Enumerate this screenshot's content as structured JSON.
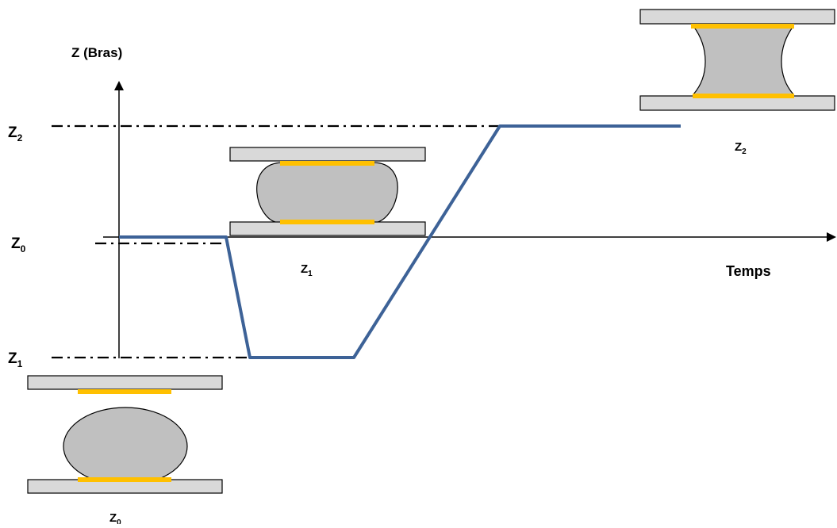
{
  "axes": {
    "y_label": "Z (Bras)",
    "x_label": "Temps"
  },
  "levels": [
    {
      "base": "Z",
      "sub": "2"
    },
    {
      "base": "Z",
      "sub": "0"
    },
    {
      "base": "Z",
      "sub": "1"
    }
  ],
  "stages": [
    {
      "base": "Z",
      "sub": "0"
    },
    {
      "base": "Z",
      "sub": "1"
    },
    {
      "base": "Z",
      "sub": "2"
    }
  ],
  "colors": {
    "curve": "#3d6297",
    "pad": "#ffc000",
    "plate": "#d9d9d9",
    "droplet": "#c0c0c0"
  }
}
